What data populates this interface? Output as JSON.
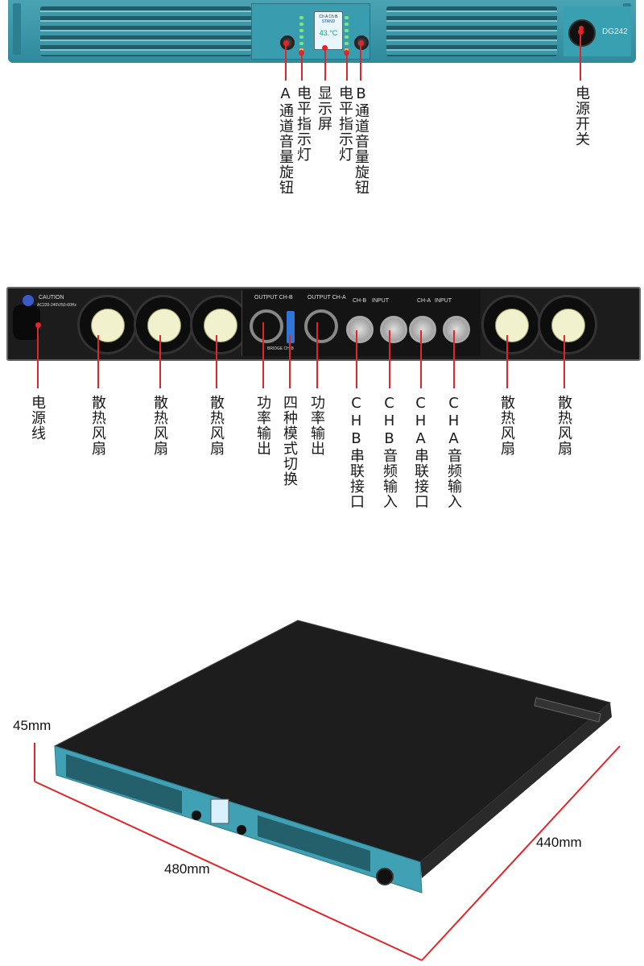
{
  "front": {
    "model": "DG242",
    "lcd_line1": "Ch A  Ch B",
    "lcd_line2": "STAND",
    "lcd_temp": "43.°C",
    "labels": [
      {
        "id": "a-volume",
        "text": "A通道音量旋钮"
      },
      {
        "id": "level-a",
        "text": "电平指示灯"
      },
      {
        "id": "display",
        "text": "显示屏"
      },
      {
        "id": "level-b",
        "text": "电平指示灯"
      },
      {
        "id": "b-volume",
        "text": "B通道音量旋钮"
      },
      {
        "id": "power-switch",
        "text": "电源开关"
      }
    ]
  },
  "rear": {
    "caution": "CAUTION",
    "voltage": "AC220-240V/50-60Hz",
    "output_b": "OUTPUT CH-B",
    "output_a": "OUTPUT CH-A",
    "ch_b": "CH-B",
    "ch_a": "CH-A",
    "input": "INPUT",
    "bridge": "BRIDGE CH-B",
    "labels": [
      {
        "id": "power-cord",
        "text": "电源线"
      },
      {
        "id": "fan-1",
        "text": "散热风扇"
      },
      {
        "id": "fan-2",
        "text": "散热风扇"
      },
      {
        "id": "fan-3",
        "text": "散热风扇"
      },
      {
        "id": "power-out-b",
        "text": "功率输出"
      },
      {
        "id": "mode-switch",
        "text": "四种模式切换"
      },
      {
        "id": "power-out-a",
        "text": "功率输出"
      },
      {
        "id": "chb-link",
        "text": "CHB串联接口"
      },
      {
        "id": "chb-input",
        "text": "CHB音频输入"
      },
      {
        "id": "cha-link",
        "text": "CHA串联接口"
      },
      {
        "id": "cha-input",
        "text": "CHA音频输入"
      },
      {
        "id": "fan-4",
        "text": "散热风扇"
      },
      {
        "id": "fan-5",
        "text": "散热风扇"
      }
    ]
  },
  "dimensions": {
    "height": "45mm",
    "width": "480mm",
    "depth": "440mm"
  },
  "colors": {
    "panel": "#3b98a8",
    "accent_line": "#e0262b"
  }
}
